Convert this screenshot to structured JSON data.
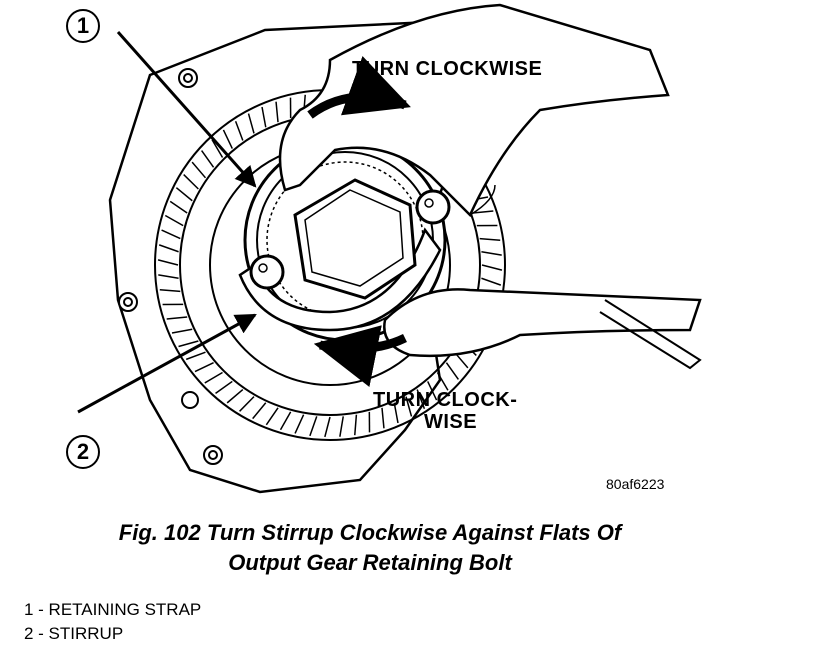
{
  "figure": {
    "callouts": [
      {
        "number": "1"
      },
      {
        "number": "2"
      }
    ],
    "labels": {
      "turn_top": "TURN CLOCKWISE",
      "turn_bottom_line1": "TURN CLOCK-",
      "turn_bottom_line2": "WISE"
    },
    "code": "80af6223"
  },
  "caption": {
    "line1": "Fig. 102 Turn Stirrup Clockwise Against Flats Of",
    "line2": "Output Gear Retaining Bolt"
  },
  "legend": [
    {
      "text": "1 - RETAINING STRAP"
    },
    {
      "text": "2 - STIRRUP"
    }
  ]
}
